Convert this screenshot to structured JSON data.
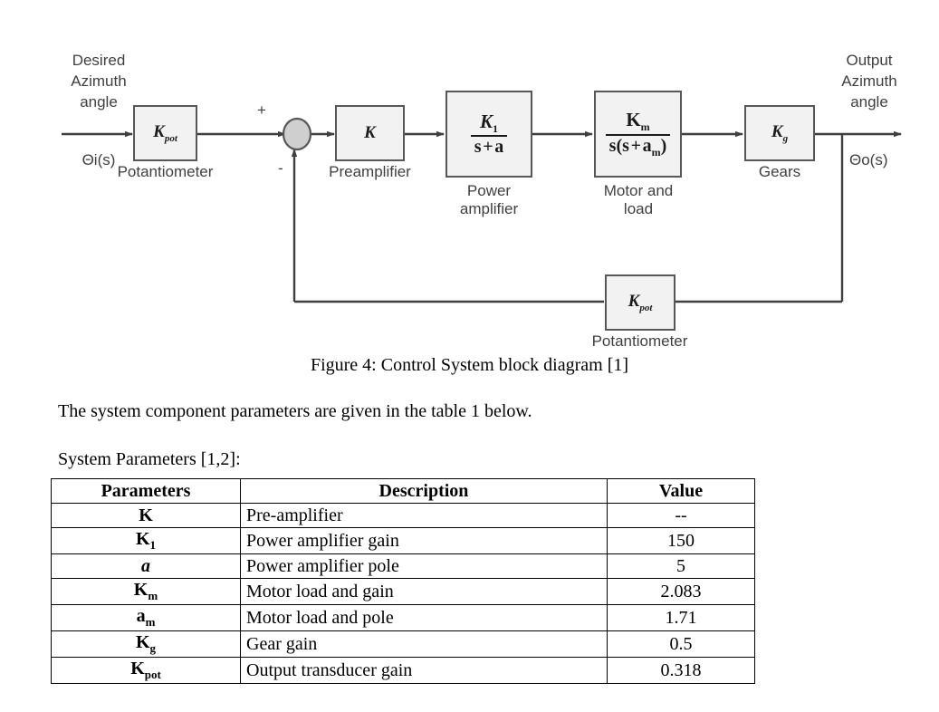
{
  "figure": {
    "input_label": "Desired\nAzimuth\nangle",
    "input_lines": [
      "Desired",
      "Azimuth",
      "angle"
    ],
    "input_signal": "Θi(s)",
    "output_lines": [
      "Output",
      "Azimuth",
      "angle"
    ],
    "output_signal": "Θo(s)",
    "sum_plus": "+",
    "sum_minus": "-",
    "blocks": [
      {
        "id": "input-potentiometer",
        "symbol": "K",
        "sub": "pot",
        "caption": "Potantiometer"
      },
      {
        "id": "preamplifier",
        "symbol": "K",
        "sub": "",
        "caption": "Preamplifier"
      },
      {
        "id": "power-amplifier",
        "numerator": "K1",
        "denominator": "s + a",
        "caption_lines": [
          "Power",
          "amplifier"
        ]
      },
      {
        "id": "motor-and-load",
        "numerator": "Km",
        "denominator": "s(s + am)",
        "caption_lines": [
          "Motor and",
          "load"
        ]
      },
      {
        "id": "gears",
        "symbol": "K",
        "sub": "g",
        "caption": "Gears"
      },
      {
        "id": "feedback-potentiometer",
        "symbol": "K",
        "sub": "pot",
        "caption": "Potantiometer"
      }
    ],
    "caption": "Figure 4: Control System block diagram [1]"
  },
  "body": {
    "intro_text": "The system component parameters are given in the table 1 below.",
    "table_heading": "System Parameters [1,2]:"
  },
  "table": {
    "headers": [
      "Parameters",
      "Description",
      "Value"
    ],
    "rows": [
      {
        "param": "K",
        "param_sub": "",
        "italic": false,
        "description": "Pre-amplifier",
        "value": "--"
      },
      {
        "param": "K",
        "param_sub": "1",
        "italic": false,
        "description": "Power amplifier gain",
        "value": "150"
      },
      {
        "param": "a",
        "param_sub": "",
        "italic": true,
        "description": "Power amplifier pole",
        "value": "5"
      },
      {
        "param": "K",
        "param_sub": "m",
        "italic": false,
        "description": "Motor load and gain",
        "value": "2.083"
      },
      {
        "param": "a",
        "param_sub": "m",
        "italic": false,
        "description": "Motor load and pole",
        "value": "1.71"
      },
      {
        "param": "K",
        "param_sub": "g",
        "italic": false,
        "description": "Gear gain",
        "value": "0.5"
      },
      {
        "param": "K",
        "param_sub": "pot",
        "italic": false,
        "description": "Output transducer gain",
        "value": "0.318"
      }
    ]
  },
  "colors": {
    "block_fill": "#f2f2f2",
    "block_border": "#58585a",
    "line": "#3f3f3f",
    "text": "#000000",
    "caption_text": "#3f3f3f"
  }
}
